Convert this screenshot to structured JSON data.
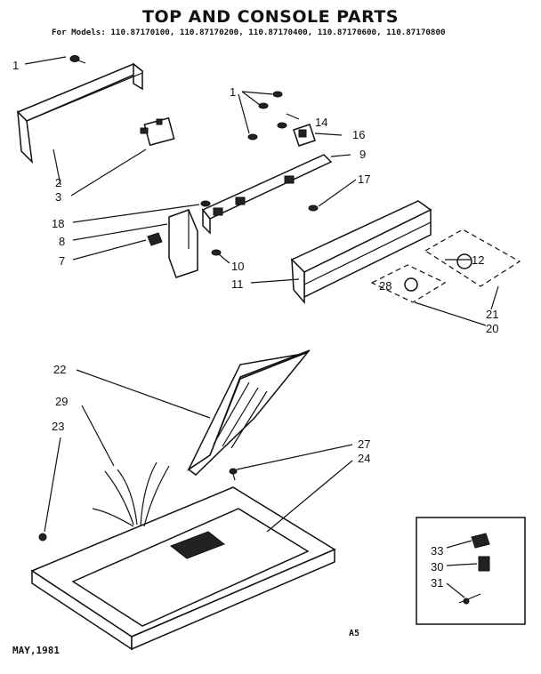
{
  "header": {
    "title": "TOP AND CONSOLE PARTS",
    "models": "For Models: 110.87170100, 110.87170200, 110.87170400, 110.87170600, 110.87170800"
  },
  "callouts": {
    "c1a": "1",
    "c1b": "1",
    "c2": "2",
    "c3": "3",
    "c7": "7",
    "c8": "8",
    "c9": "9",
    "c10": "10",
    "c11": "11",
    "c12": "12",
    "c14": "14",
    "c16": "16",
    "c17": "17",
    "c18": "18",
    "c20": "20",
    "c21": "21",
    "c22": "22",
    "c23": "23",
    "c24": "24",
    "c27": "27",
    "c28": "28",
    "c29": "29",
    "c30": "30",
    "c31": "31",
    "c33": "33"
  },
  "footer": {
    "date": "MAY,1981",
    "code": "A5"
  }
}
